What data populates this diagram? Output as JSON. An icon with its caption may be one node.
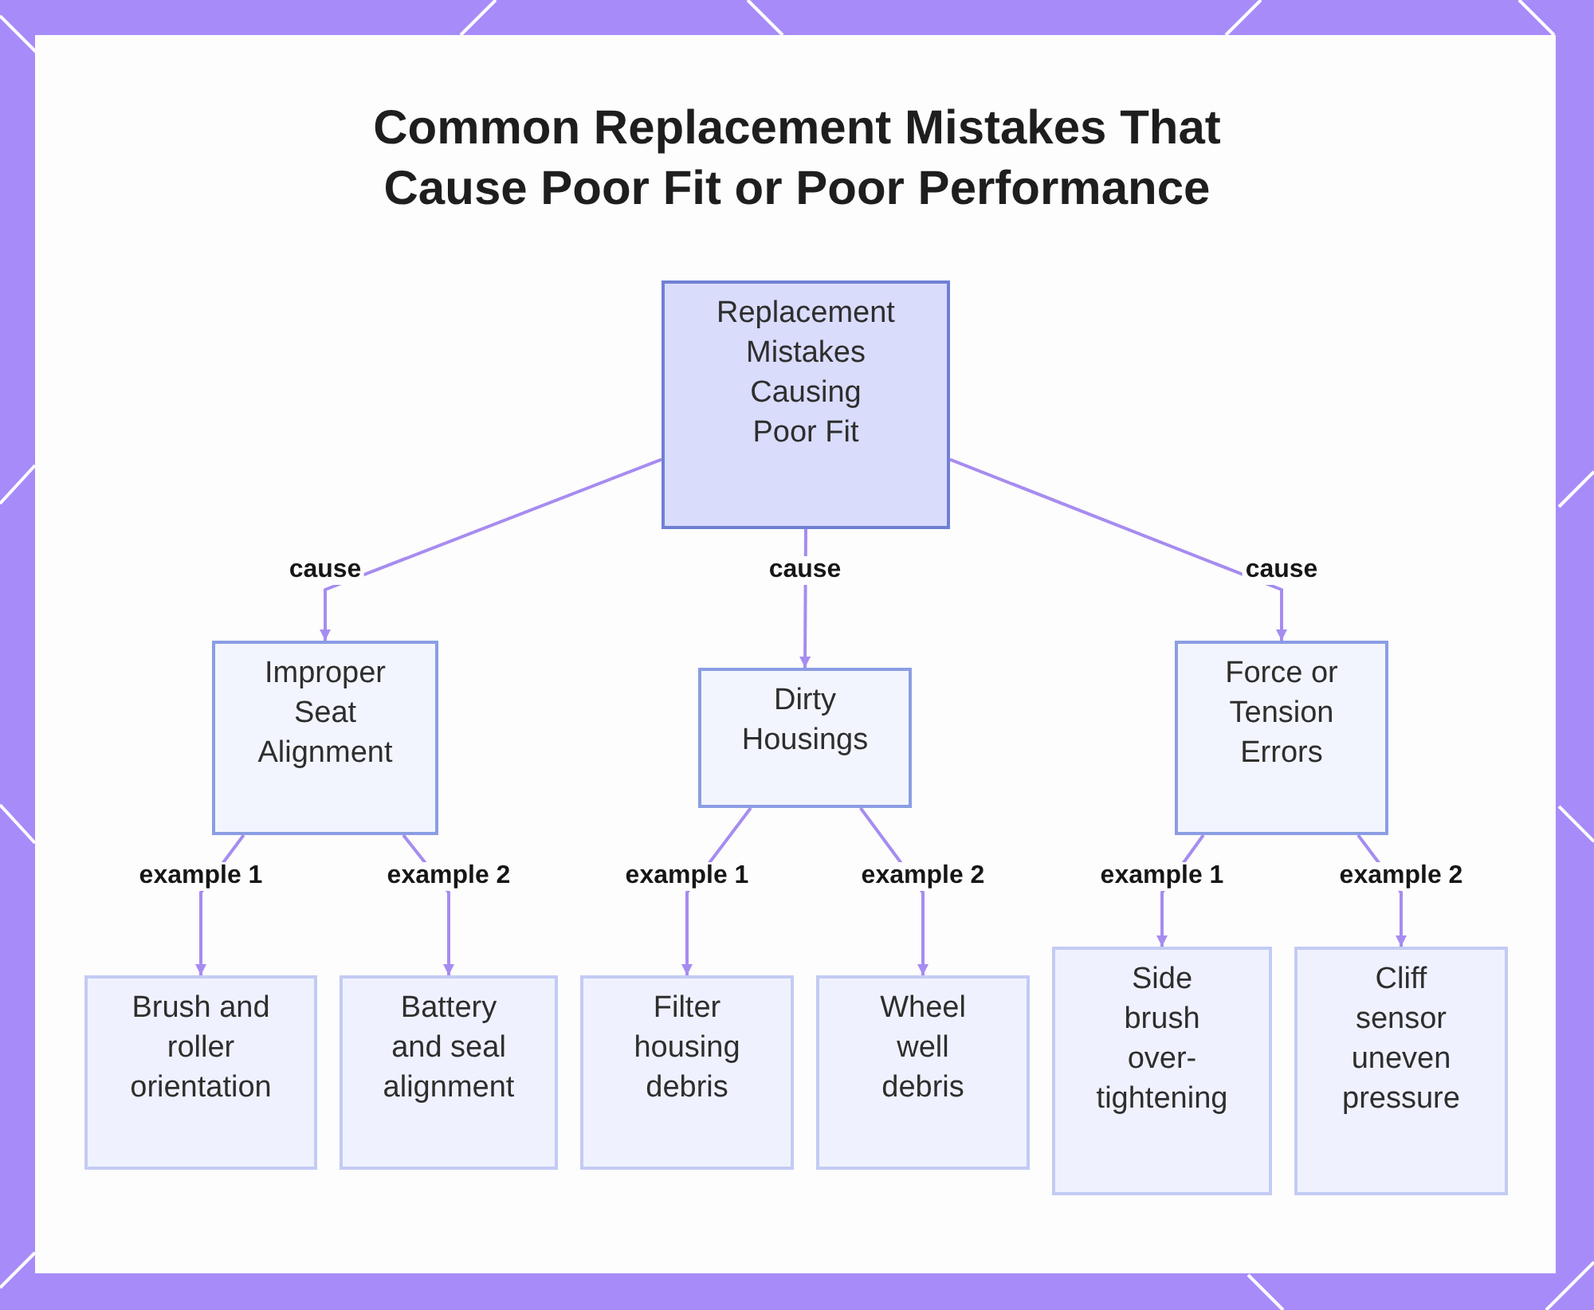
{
  "diagram": {
    "title": "Common Replacement Mistakes That Cause Poor Fit or Poor Performance",
    "nodes": [
      {
        "text": [
          "Replacement Mistakes Causing Poor Fit"
        ]
      },
      {
        "text": [
          "Improper Seat Alignment"
        ]
      },
      {
        "text": [
          "Dirty Housings"
        ]
      },
      {
        "text": [
          "Force or Tension Errors"
        ]
      },
      {
        "text": [
          "Brush and roller orientation"
        ]
      },
      {
        "text": [
          "Battery and seal alignment"
        ]
      },
      {
        "text": [
          "Filter housing debris"
        ]
      },
      {
        "text": [
          "Wheel well debris"
        ]
      },
      {
        "text": [
          "Side brush over-tightening"
        ]
      },
      {
        "text": [
          "Cliff sensor uneven pressure"
        ]
      }
    ],
    "edges": [
      {
        "from": 0,
        "to": 1,
        "label": "cause",
        "arrow": "to"
      },
      {
        "from": 0,
        "to": 2,
        "label": "cause",
        "arrow": "to"
      },
      {
        "from": 0,
        "to": 3,
        "label": "cause",
        "arrow": "to"
      },
      {
        "from": 1,
        "to": 4,
        "label": "example 1",
        "arrow": "to"
      },
      {
        "from": 1,
        "to": 5,
        "label": "example 2",
        "arrow": "to"
      },
      {
        "from": 2,
        "to": 6,
        "label": "example 1",
        "arrow": "to"
      },
      {
        "from": 2,
        "to": 7,
        "label": "example 2",
        "arrow": "to"
      },
      {
        "from": 3,
        "to": 8,
        "label": "example 1",
        "arrow": "to"
      },
      {
        "from": 3,
        "to": 9,
        "label": "example 2",
        "arrow": "to"
      }
    ]
  }
}
